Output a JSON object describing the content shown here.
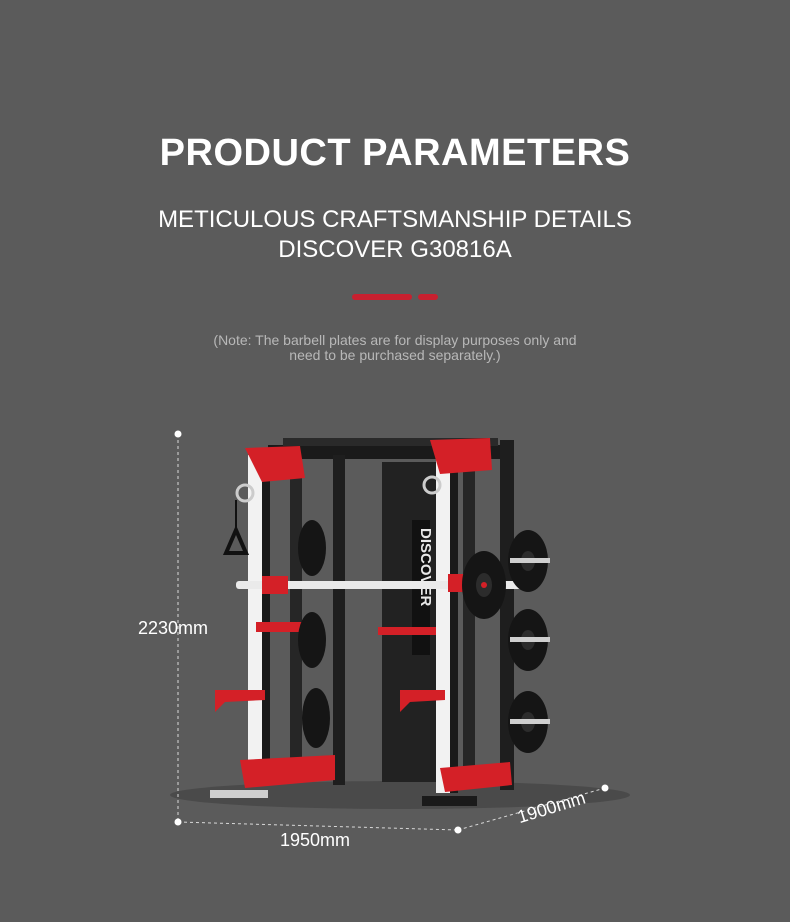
{
  "header": {
    "title": "PRODUCT PARAMETERS",
    "subtitle_line1": "METICULOUS CRAFTSMANSHIP DETAILS",
    "subtitle_line2": "DISCOVER G30816A"
  },
  "note": {
    "line1": "(Note: The barbell plates are for display purposes only and",
    "line2": "need to be purchased separately.)"
  },
  "dimensions": {
    "height": "2230mm",
    "width": "1950mm",
    "depth": "1900mm"
  },
  "product": {
    "brand_text": "DISCOVER",
    "colors": {
      "frame": "#1a1a1a",
      "accent": "#d42027",
      "bar": "#eaeaea",
      "background": "#5b5b5b"
    }
  }
}
